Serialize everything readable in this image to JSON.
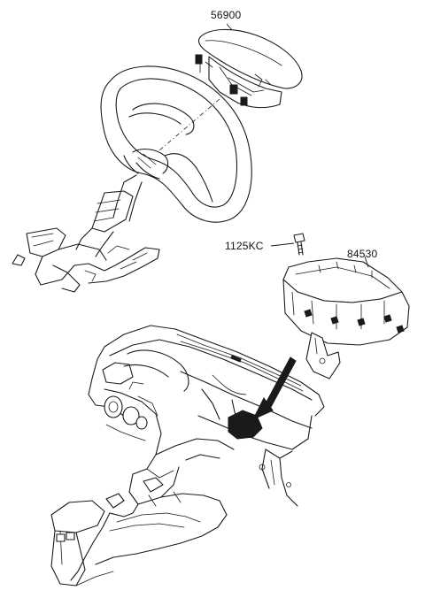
{
  "parts": [
    {
      "id": "driver-airbag",
      "part_number": "56900"
    },
    {
      "id": "bolt",
      "part_number": "1125KC"
    },
    {
      "id": "passenger-airbag",
      "part_number": "84530"
    }
  ]
}
